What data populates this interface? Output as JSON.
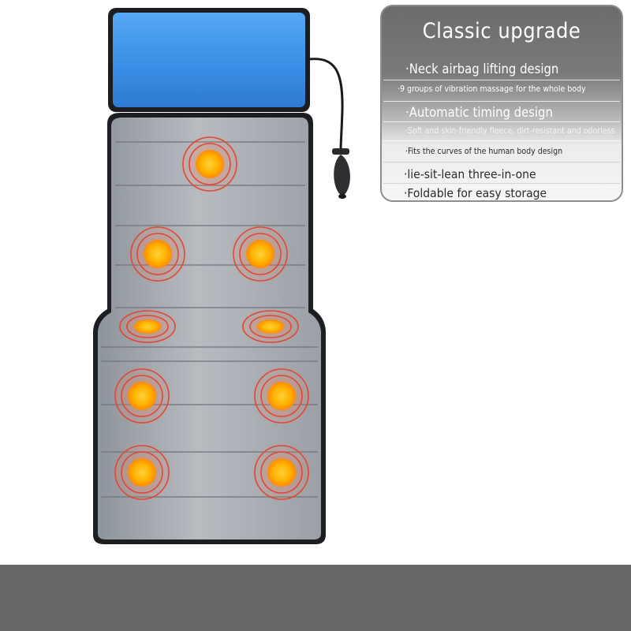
{
  "panel": {
    "title": "Classic upgrade",
    "features": [
      "·Neck airbag lifting design",
      "·9 groups of vibration massage for the whole body",
      "·Automatic timing design",
      "·Soft and skin-friendly fleece, dirt-resistant and odorless",
      "·Fits the curves of the human body design",
      "·lie-sit-lean three-in-one",
      "·Foldable for easy storage"
    ]
  },
  "product": {
    "vibration_zone_count": 9,
    "pillow_color": "#3a90e8",
    "mat_color": "#a8adb3",
    "heat_color": "#ffb300",
    "ring_color": "#e0463a"
  }
}
